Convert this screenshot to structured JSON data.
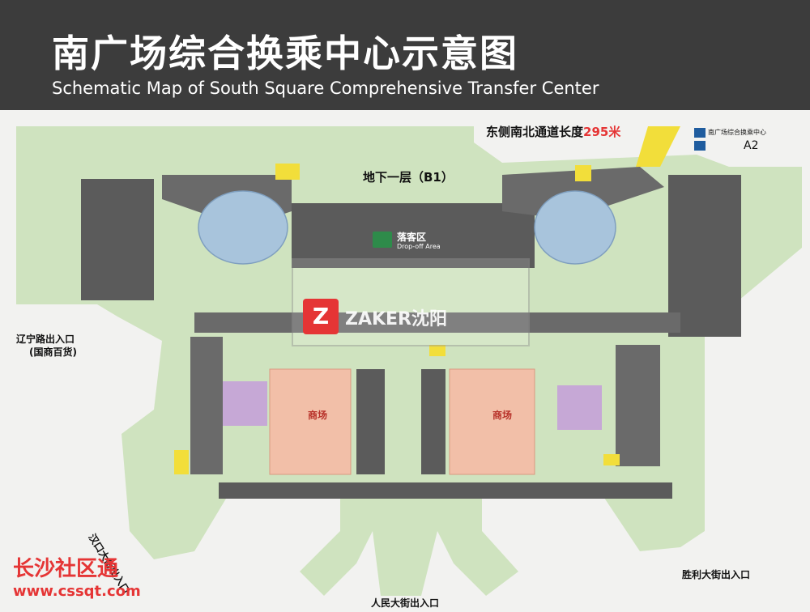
{
  "header": {
    "title_cn": "南广场综合换乘中心示意图",
    "title_en": "Schematic Map of South Square Comprehensive Transfer Center"
  },
  "map": {
    "level_label": "地下一层（B1）",
    "corridor_note_prefix": "东侧南北通道长度",
    "corridor_note_value": "295米",
    "dropoff_cn": "落客区",
    "dropoff_en": "Drop-off Area",
    "mall_left": "商场",
    "mall_right": "商场",
    "exit_liaoning": "辽宁路出入口",
    "exit_liaoning_sub": "(国商百货)",
    "exit_hankou": "汉口大街出入口",
    "exit_renmin": "人民大街出入口",
    "exit_shengli": "胜利大街出入口",
    "legend_item_1": "南广场综合换乘中心",
    "legend_item_2": "A2"
  },
  "watermarks": {
    "center_logo_letter": "Z",
    "center_logo_text": "ZAKER沈阳",
    "bottom_cn": "长沙社区通",
    "bottom_url": "www.cssqt.com"
  },
  "colors": {
    "header_bg": "#3c3c3c",
    "walkway": "#cfe3bf",
    "building": "#5b5b5b",
    "mall": "#f2bfa8",
    "elevator": "#f2de3a",
    "circle": "#a8c4dc",
    "watermark_red": "#e53535"
  }
}
